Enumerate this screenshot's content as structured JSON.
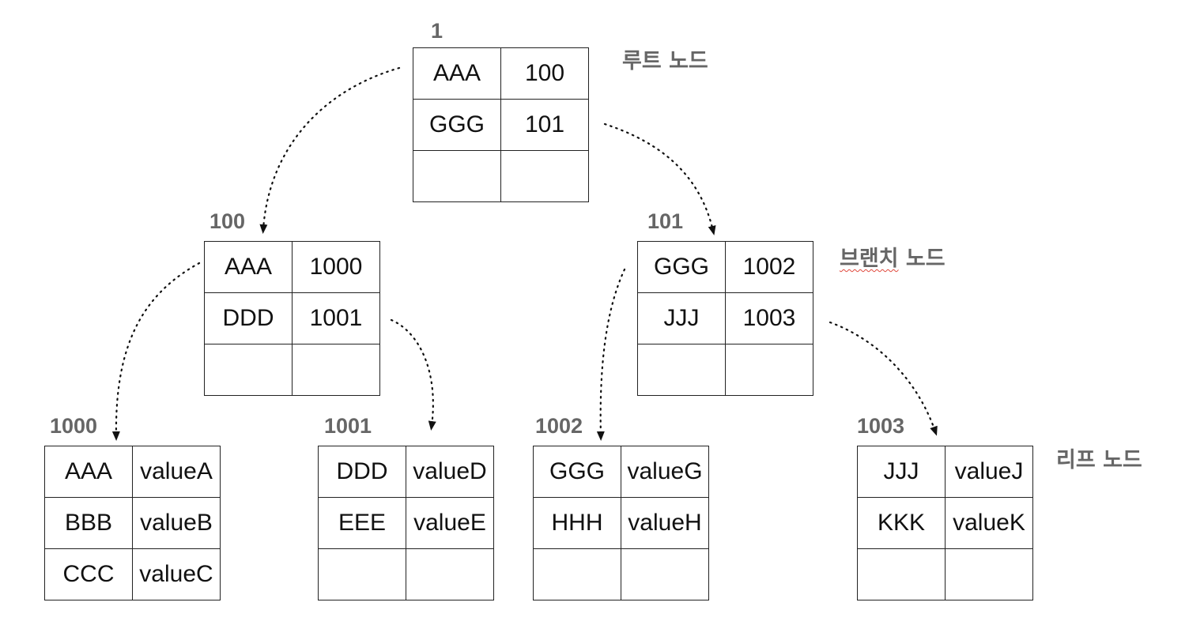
{
  "labels": {
    "root": "루트 노드",
    "branch_word": "브랜치",
    "branch_rest": " 노드",
    "leaf": "리프 노드"
  },
  "nodes": {
    "n1": {
      "id": "1",
      "rows": [
        [
          "AAA",
          "100"
        ],
        [
          "GGG",
          "101"
        ],
        [
          "",
          ""
        ]
      ]
    },
    "n100": {
      "id": "100",
      "rows": [
        [
          "AAA",
          "1000"
        ],
        [
          "DDD",
          "1001"
        ],
        [
          "",
          ""
        ]
      ]
    },
    "n101": {
      "id": "101",
      "rows": [
        [
          "GGG",
          "1002"
        ],
        [
          "JJJ",
          "1003"
        ],
        [
          "",
          ""
        ]
      ]
    },
    "n1000": {
      "id": "1000",
      "rows": [
        [
          "AAA",
          "valueA"
        ],
        [
          "BBB",
          "valueB"
        ],
        [
          "CCC",
          "valueC"
        ]
      ]
    },
    "n1001": {
      "id": "1001",
      "rows": [
        [
          "DDD",
          "valueD"
        ],
        [
          "EEE",
          "valueE"
        ],
        [
          "",
          ""
        ]
      ]
    },
    "n1002": {
      "id": "1002",
      "rows": [
        [
          "GGG",
          "valueG"
        ],
        [
          "HHH",
          "valueH"
        ],
        [
          "",
          ""
        ]
      ]
    },
    "n1003": {
      "id": "1003",
      "rows": [
        [
          "JJJ",
          "valueJ"
        ],
        [
          "KKK",
          "valueK"
        ],
        [
          "",
          ""
        ]
      ]
    }
  }
}
